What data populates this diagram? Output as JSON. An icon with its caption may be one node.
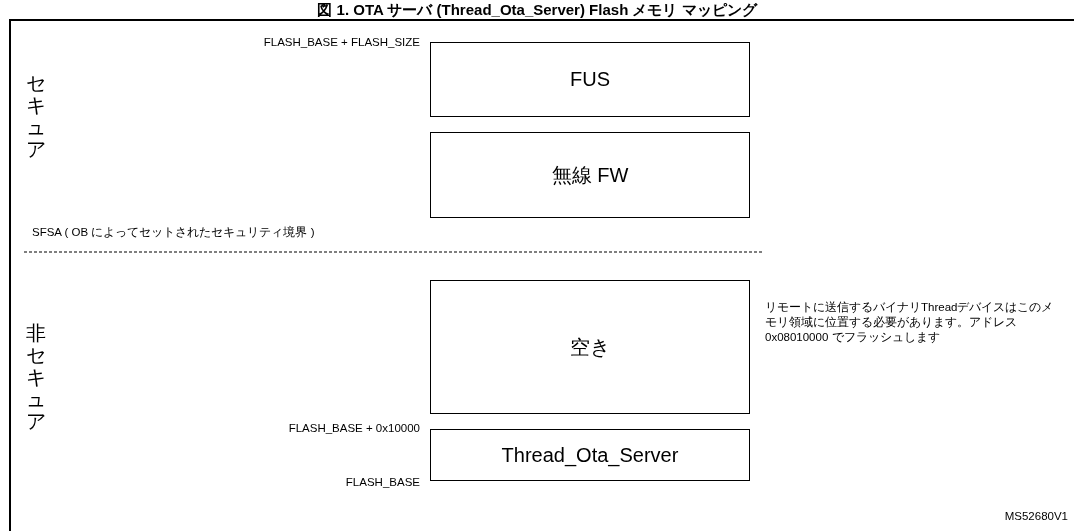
{
  "diagram": {
    "title": "図 1. OTA サーバ (Thread_Ota_Server) Flash メモリ マッピング",
    "nodes": [
      {
        "text": [
          "FUS"
        ]
      },
      {
        "text": [
          "無線 FW"
        ]
      },
      {
        "text": [
          "空き"
        ],
        "beside": [
          "リモートに送信するバイナリThreadデバイスはこのメモリ領域に位置する必要があります。アドレス 0x08010000 でフラッシュします"
        ]
      },
      {
        "text": [
          "Thread_Ota_Server"
        ]
      }
    ],
    "edges": [],
    "labels": [
      "FLASH_BASE + FLASH_SIZE",
      "セキュア",
      "SFSA ( OB によってセットされたセキュリティ境界 )",
      "非セキュア",
      "FLASH_BASE + 0x10000",
      "FLASH_BASE",
      "MS52680V1"
    ]
  }
}
